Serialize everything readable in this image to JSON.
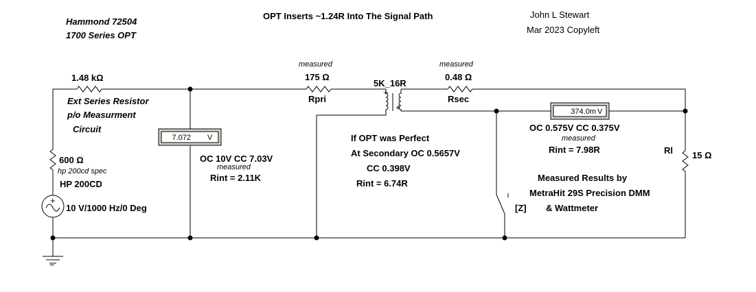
{
  "header": {
    "title_left_1": "Hammond 72504",
    "title_left_2": "1700 Series OPT",
    "title_center": "OPT Inserts ~1.24R Into The Signal Path",
    "author": "John L Stewart",
    "date": "Mar 2023 Copyleft"
  },
  "components": {
    "r_ext_value": "1.48 kΩ",
    "r_ext_note_1": "Ext Series Resistor",
    "r_ext_note_2": "p/o Measurment",
    "r_ext_note_3": "Circuit",
    "r_src_value": "600 Ω",
    "r_src_note": "hp 200cd spec",
    "generator_name": "HP 200CD",
    "generator_value": "10 V/1000 Hz/0 Deg",
    "rpri_note": "measured",
    "rpri_value": "175 Ω",
    "rpri_name": "Rpri",
    "xfmr_name": "5K_16R",
    "rsec_note": "measured",
    "rsec_value": "0.48 Ω",
    "rsec_name": "Rsec",
    "rl_name": "Rl",
    "rl_value": "15 Ω",
    "switch_label": "[Z]"
  },
  "meters": {
    "primary_reading": "7.072",
    "primary_unit": "V",
    "secondary_reading": "374.0m",
    "secondary_unit": "V"
  },
  "annotations": {
    "primary_oc_cc": "OC 10V CC 7.03V",
    "primary_measured": "measured",
    "primary_rint": "Rint = 2.11K",
    "perfect_1": "If OPT was Perfect",
    "perfect_2": "At Secondary OC 0.5657V",
    "perfect_3": "CC 0.398V",
    "perfect_4": "Rint = 6.74R",
    "secondary_oc_cc": "OC 0.575V  CC 0.375V",
    "secondary_measured": "measured",
    "secondary_rint": "Rint = 7.98R",
    "results_1": "Measured Results by",
    "results_2": "MetraHit 29S Precision DMM",
    "results_3": "& Wattmeter"
  }
}
